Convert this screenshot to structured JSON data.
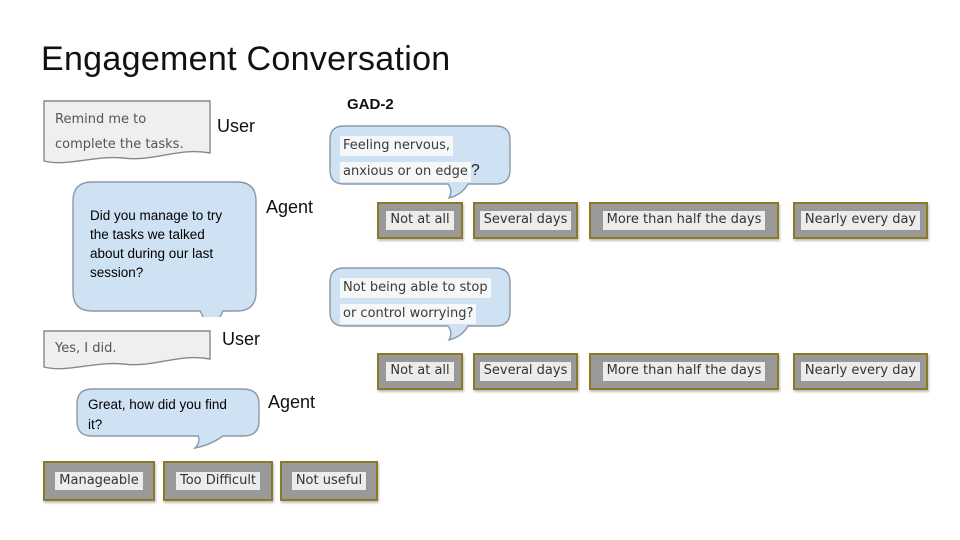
{
  "title": "Engagement Conversation",
  "left_flow": {
    "messages": [
      {
        "speaker": "User",
        "lines": [
          "Remind me to",
          "complete the tasks."
        ]
      },
      {
        "speaker": "Agent",
        "lines": [
          "Did you manage to try",
          "the tasks we talked",
          "about during our last",
          "session?"
        ]
      },
      {
        "speaker": "User",
        "lines": [
          "Yes, I did."
        ]
      },
      {
        "speaker": "Agent",
        "lines": [
          "Great, how did you find",
          "it?"
        ]
      }
    ],
    "options": [
      "Manageable",
      "Too Difficult",
      "Not useful"
    ]
  },
  "gad2": {
    "heading": "GAD-2",
    "questions": [
      {
        "lines": [
          "Feeling nervous,",
          "anxious or on edge"
        ],
        "suffix": "?"
      },
      {
        "lines": [
          "Not being able to stop",
          "or control worrying?"
        ],
        "suffix": ""
      }
    ],
    "options": [
      "Not at all",
      "Several days",
      "More than half the days",
      "Nearly every day"
    ]
  },
  "colors": {
    "bubble_blue": "#cfe2f3",
    "bubble_border": "#8a99a8",
    "doc_gray": "#efefef",
    "doc_border": "#888888",
    "button_gray": "#999999",
    "button_border": "#8a7a23",
    "text_highlight": "#ececec"
  }
}
